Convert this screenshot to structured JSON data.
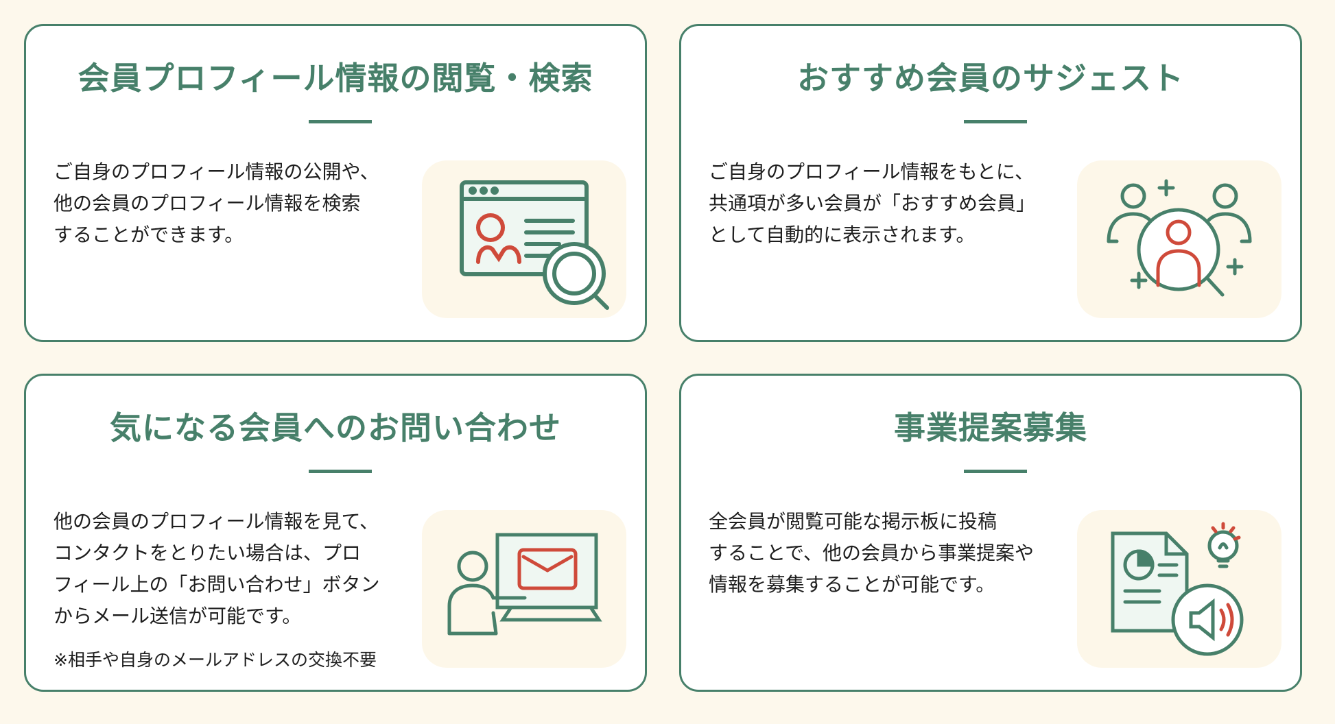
{
  "cards": [
    {
      "title": "会員プロフィール情報の閲覧・検索",
      "body": [
        "ご自身のプロフィール情報の公開や、",
        "他の会員のプロフィール情報を検索",
        "することができます。"
      ]
    },
    {
      "title": "おすすめ会員のサジェスト",
      "body": [
        "ご自身のプロフィール情報をもとに、",
        "共通項が多い会員が「おすすめ会員」",
        "として自動的に表示されます。"
      ]
    },
    {
      "title": "気になる会員へのお問い合わせ",
      "body": [
        "他の会員のプロフィール情報を見て、",
        "コンタクトをとりたい場合は、プロ",
        "フィール上の「お問い合わせ」ボタン",
        "からメール送信が可能です。"
      ],
      "note": "※相手や自身のメールアドレスの交換不要"
    },
    {
      "title": "事業提案募集",
      "body": [
        "全会員が閲覧可能な掲示板に投稿",
        "することで、他の会員から事業提案や",
        "情報を募集することが可能です。"
      ]
    }
  ],
  "colors": {
    "accent": "#47806a",
    "alert": "#cf4a3a",
    "background": "#fdf8ec"
  }
}
